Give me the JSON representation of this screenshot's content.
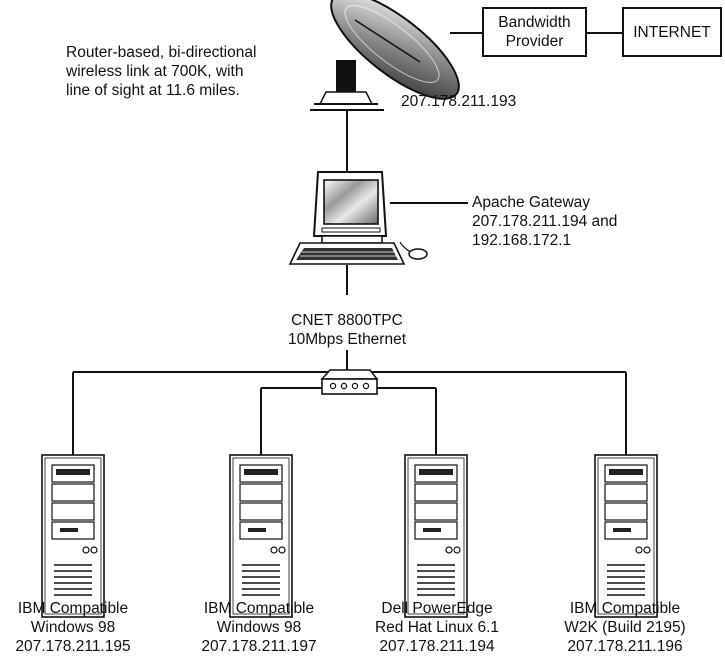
{
  "satellite": {
    "description_lines": [
      "Router-based, bi-directional",
      "wireless link at 700K, with",
      "line of sight at 11.6 miles."
    ],
    "ip": "207.178.211.193"
  },
  "bandwidth_provider": {
    "lines": [
      "Bandwidth",
      "Provider"
    ]
  },
  "internet": {
    "label": "INTERNET"
  },
  "gateway": {
    "lines": [
      "Apache Gateway",
      "207.178.211.194 and",
      "192.168.172.1"
    ]
  },
  "hub": {
    "lines": [
      "CNET 8800TPC",
      "10Mbps Ethernet"
    ]
  },
  "computers": [
    {
      "lines": [
        "IBM Compatible",
        "Windows 98",
        "207.178.211.195"
      ]
    },
    {
      "lines": [
        "IBM Compatible",
        "Windows 98",
        "207.178.211.197"
      ]
    },
    {
      "lines": [
        "Dell PowerEdge",
        "Red Hat Linux 6.1",
        "207.178.211.194"
      ]
    },
    {
      "lines": [
        "IBM Compatible",
        "W2K (Build 2195)",
        "207.178.211.196"
      ]
    }
  ]
}
